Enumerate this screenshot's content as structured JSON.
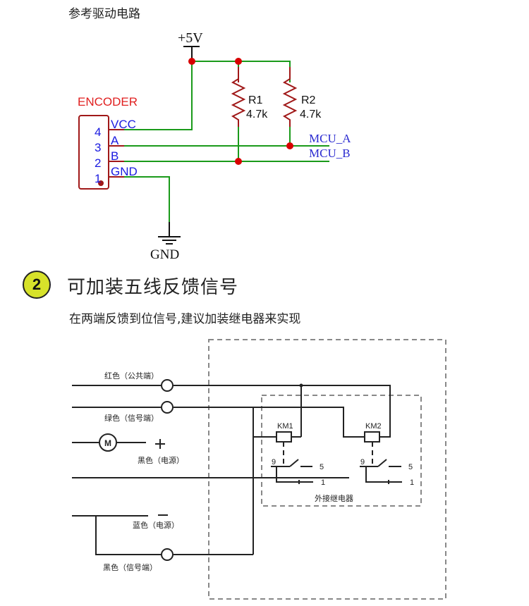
{
  "header": {
    "title": "参考驱动电路"
  },
  "schematic": {
    "connector_label": "ENCODER",
    "pins": [
      {
        "number": "4",
        "name": "VCC"
      },
      {
        "number": "3",
        "name": "A"
      },
      {
        "number": "2",
        "name": "B"
      },
      {
        "number": "1",
        "name": "GND"
      }
    ],
    "supply_label": "+5V",
    "ground_label": "GND",
    "resistors": [
      {
        "ref": "R1",
        "value": "4.7k"
      },
      {
        "ref": "R2",
        "value": "4.7k"
      }
    ],
    "outputs": [
      "MCU_A",
      "MCU_B"
    ],
    "colors": {
      "wire": "#1a9a1a",
      "junction": "#d80000",
      "component": "#a01818",
      "pin_text": "#1a1ae0",
      "net_label": "#2a2ad0",
      "connector_label": "#e02020"
    }
  },
  "section2": {
    "step_number": "2",
    "title": "可加装五线反馈信号",
    "subtitle": "在两端反馈到位信号,建议加装继电器来实现",
    "badge_color": "#d7e22a"
  },
  "wiring": {
    "wires": [
      {
        "label": "红色（公共端）"
      },
      {
        "label": "绿色（信号端）"
      },
      {
        "label": "黑色（电源）",
        "polarity": "+"
      },
      {
        "label": "蓝色（电源）",
        "polarity": "−"
      },
      {
        "label": "黑色（信号端）"
      }
    ],
    "motor_label": "M",
    "relays": [
      {
        "name": "KM1",
        "contacts": {
          "common": "9",
          "no": "5",
          "nc": "1"
        }
      },
      {
        "name": "KM2",
        "contacts": {
          "common": "9",
          "no": "5",
          "nc": "1"
        }
      }
    ],
    "relay_box_label": "外接继电器"
  }
}
